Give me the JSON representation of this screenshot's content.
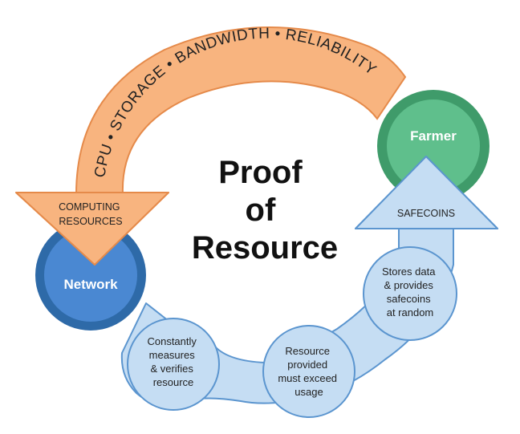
{
  "title": [
    "Proof",
    "of",
    "Resource"
  ],
  "arc_label": "CPU • STORAGE • BANDWIDTH • RELIABILITY",
  "nodes": {
    "network": "Network",
    "farmer": "Farmer"
  },
  "arrow_labels": {
    "computing": [
      "COMPUTING",
      "RESOURCES"
    ],
    "safecoins": "SAFECOINS"
  },
  "bubbles": {
    "network": [
      "Constantly",
      "measures",
      "& verifies",
      "resource"
    ],
    "middle": [
      "Resource",
      "provided",
      "must exceed",
      "usage"
    ],
    "farmer": [
      "Stores data",
      "& provides",
      "safecoins",
      "at random"
    ]
  },
  "colors": {
    "orange_fill": "#f8b47f",
    "orange_stroke": "#e58a4a",
    "blue_fill": "#c5ddf3",
    "blue_stroke": "#5b95cf",
    "network_fill": "#4a88d2",
    "network_ring": "#2e6aa8",
    "farmer_fill": "#5fbf8c",
    "farmer_ring": "#3f9b6a"
  }
}
